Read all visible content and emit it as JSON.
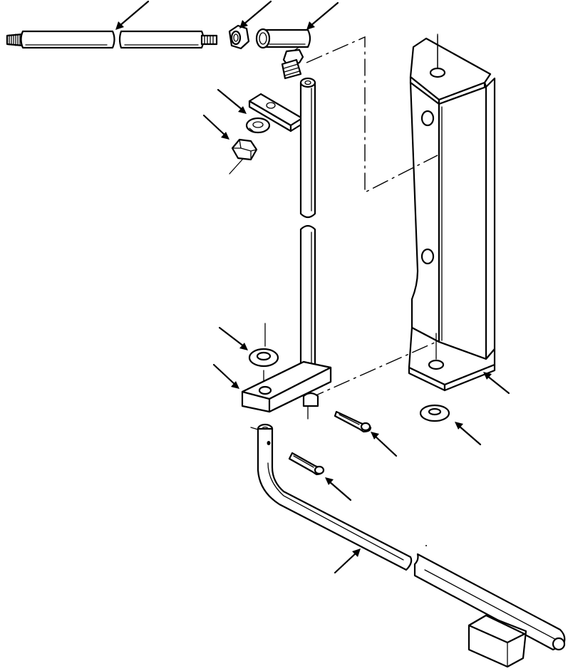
{
  "diagram": {
    "kind": "exploded-parts-view",
    "colors": {
      "ink": "#000000",
      "paper": "#ffffff"
    },
    "parts": [
      "threaded-rod",
      "hex-nut-top",
      "rod-end-coupler",
      "ball-joint-stud",
      "pivot-lever-plate",
      "lock-washer",
      "hex-nut-lower",
      "vertical-shaft",
      "support-bracket",
      "flat-washer-left",
      "shaft-base-block",
      "cotter-pin-right",
      "flat-washer-bracket",
      "cotter-pin-lower",
      "bent-linkage-rod",
      "end-block"
    ],
    "callout_count": 14
  }
}
